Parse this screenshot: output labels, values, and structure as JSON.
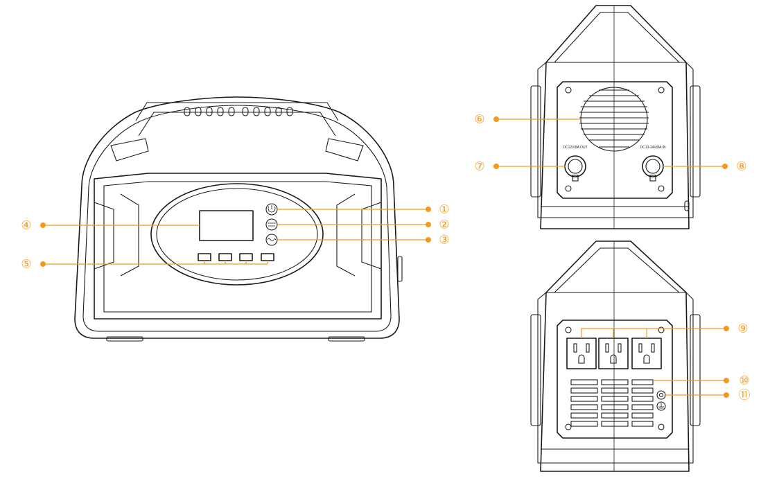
{
  "callouts": {
    "c1": "①",
    "c2": "②",
    "c3": "③",
    "c4": "④",
    "c5": "⑤",
    "c6": "⑥",
    "c7": "⑦",
    "c8": "⑧",
    "c9": "⑨",
    "c10": "⑩",
    "c11": "⑪"
  },
  "side_labels": {
    "left_port": "DC12V/8A OUT",
    "right_port": "DC13-24V/8A IN"
  },
  "colors": {
    "callout": "#f39a1e",
    "line": "#1a1a1a"
  }
}
